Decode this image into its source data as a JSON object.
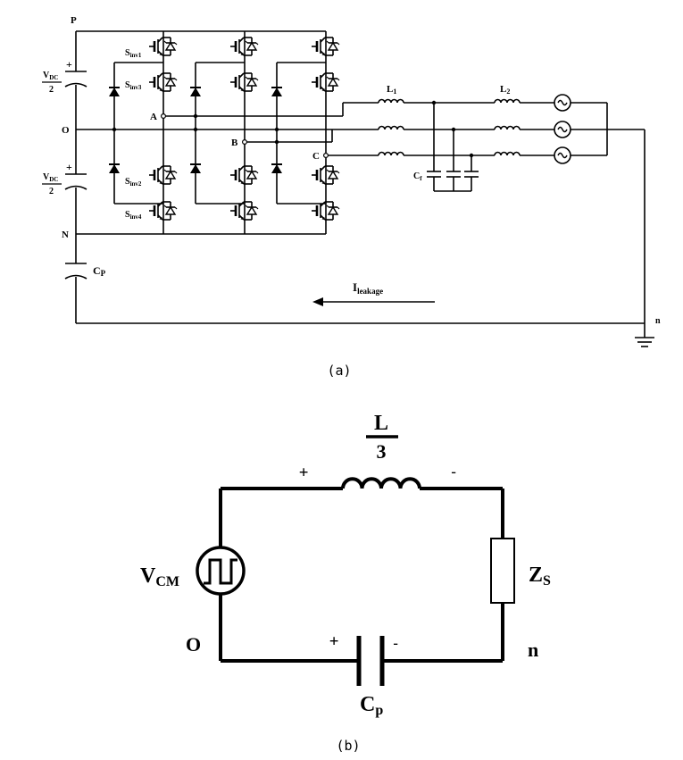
{
  "diagram_a": {
    "node_p": "P",
    "node_o": "O",
    "node_n": "N",
    "node_a": "A",
    "node_b": "B",
    "node_c": "C",
    "node_n_ground": "n",
    "vdc_base": "V",
    "vdc_sub": "DC",
    "vdc_den": "2",
    "plus_sign": "+",
    "minus_sign": "-",
    "s_base": "S",
    "s1_sub": "inv1",
    "s3_sub": "inv3",
    "s2_sub": "inv2",
    "s4_sub": "inv4",
    "l1_base": "L",
    "l1_sub": "1",
    "l2_base": "L",
    "l2_sub": "2",
    "cf_base": "C",
    "cf_sub": "f",
    "cp_base": "C",
    "cp_sub": "P",
    "ileak_base": "I",
    "ileak_sub": "leakage",
    "caption": "(a)"
  },
  "diagram_b": {
    "l_num": "L",
    "l_den": "3",
    "plus_top": "+",
    "minus_top": "-",
    "vcm_base": "V",
    "vcm_sub": "CM",
    "zs_base": "Z",
    "zs_sub": "S",
    "node_o": "O",
    "node_n": "n",
    "plus_bottom": "+",
    "minus_bottom": "-",
    "cp_base": "C",
    "cp_sub": "p",
    "caption": "(b)"
  }
}
